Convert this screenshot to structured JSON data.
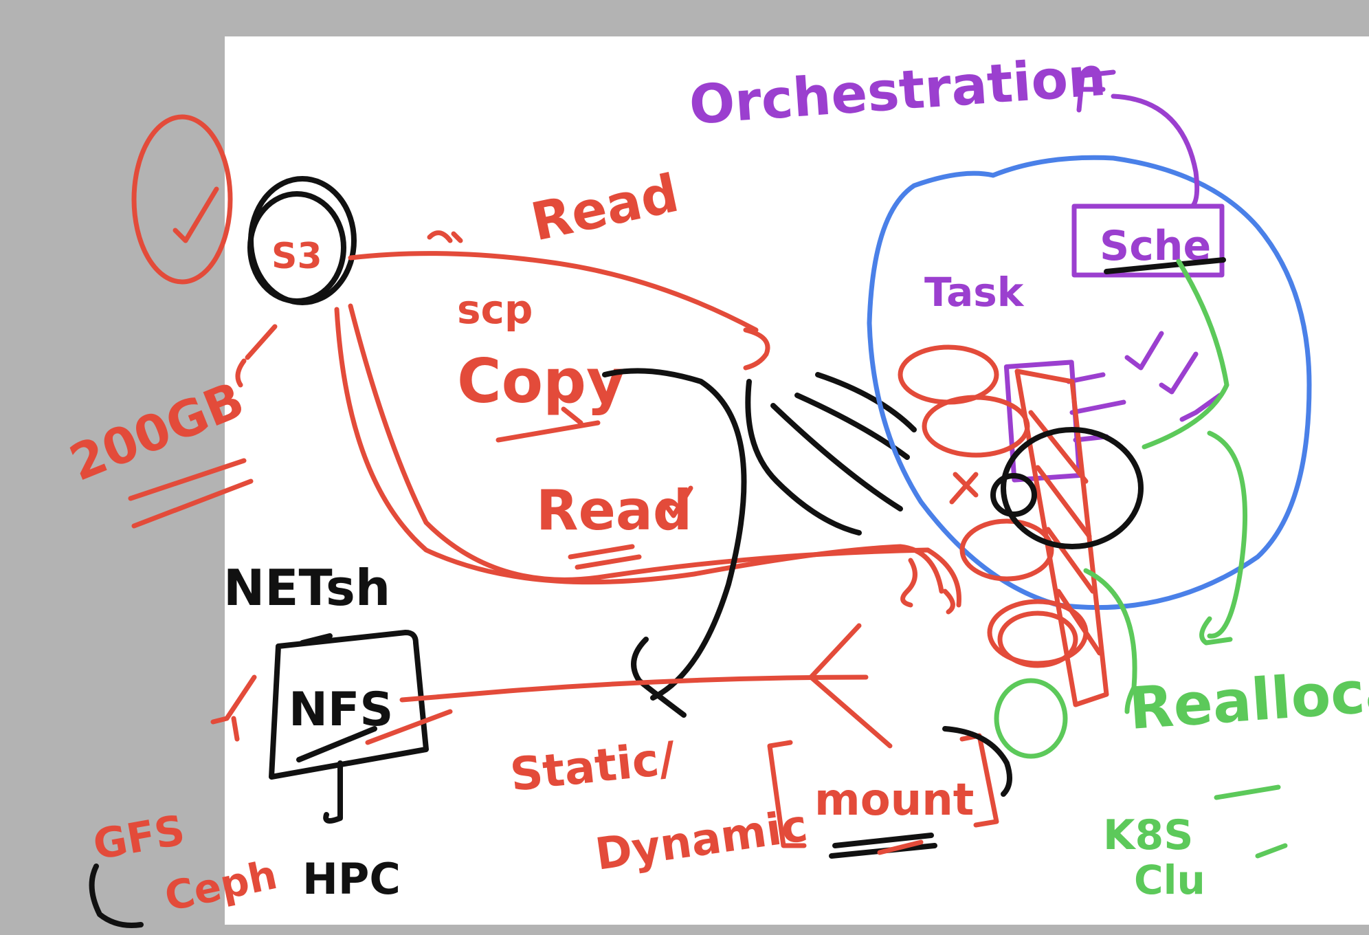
{
  "labels": {
    "orchestration": "Orchestration",
    "read_top": "Read",
    "scp": "scp",
    "copy": "Copy",
    "read_mid": "Read",
    "s3": "S3",
    "size": "200GB",
    "netshare": "NETsh",
    "nfs": "NFS",
    "gfs": "GFS",
    "ceph": "Ceph",
    "hpc": "HPC",
    "static_dynamic_1": "Static/",
    "static_dynamic_2": "Dynamic",
    "mount": "mount",
    "task": "Task",
    "sche": "Sche",
    "reallocate": "Reallocate",
    "k8s": "K8S",
    "clu": "Clu"
  },
  "colors": {
    "background": "#b3b3b3",
    "canvas": "#ffffff",
    "red": "#e34b3a",
    "black": "#111111",
    "blue": "#4a80e8",
    "purple": "#9b3fcf",
    "green": "#5cc95a"
  }
}
